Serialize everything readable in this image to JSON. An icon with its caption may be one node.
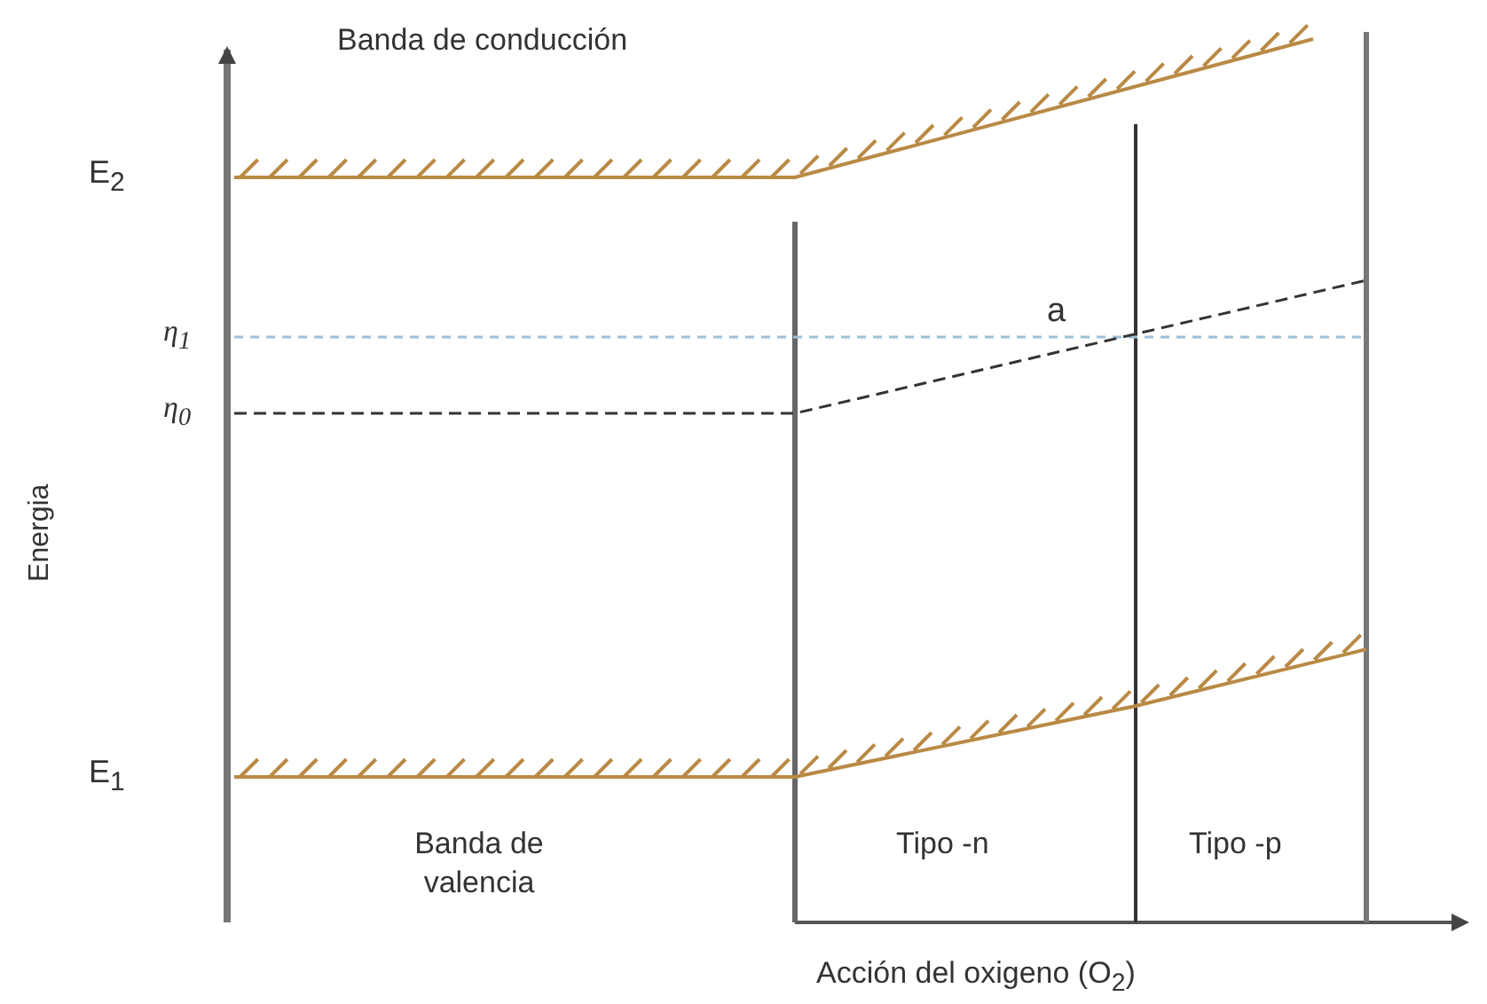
{
  "diagram": {
    "labels": [
      "Banda de conducción",
      "E$_{2}$",
      "η$_{1}$",
      "η$_{0}$",
      "a",
      "Energia",
      "E$_{1}$",
      "Banda de valencia",
      "Tipo -n",
      "Tipo -p",
      "Acción del oxigeno (O$_{2}$)"
    ]
  }
}
